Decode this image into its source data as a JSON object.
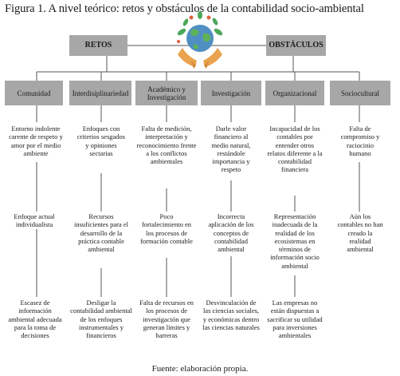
{
  "title": "Figura 1. A nivel teórico: retos y obstáculos de la contabilidad socio-ambiental",
  "footer": "Fuente: elaboración propia.",
  "main": {
    "retos": "RETOS",
    "obstaculos": "OBSTÁCULOS"
  },
  "categories": [
    {
      "label": "Comunidad",
      "items": [
        "Entorno indolente carente de respeto y amor por el medio ambiente",
        "Enfoque actual individualista",
        "Escasez de información ambiental adecuada para la toma de decisiones"
      ]
    },
    {
      "label": "Interdisiplinariedad",
      "items": [
        "Enfoques con criterios sesgados y opiniones sectarias",
        "Recursos insuficientes para el desarrollo de la práctica contable ambiental",
        "Desligar la contabilidad ambiental de los enfoques instrumentales y financieros"
      ]
    },
    {
      "label": "Académico y Investigación",
      "items": [
        "Falta de medición, interpretación y reconocimiento frente a los conflictos ambientales",
        "Poco fortalecimiento en los procesos de formación contable",
        "Falta de recursos en los procesos de investigación que generan límites y barreras"
      ]
    },
    {
      "label": "Investigación",
      "items": [
        "Darle valor financiero al medio natural, restándole importancia y respeto",
        "Incorrecta aplicación de los conceptos de contabilidad ambiental",
        "Desvinculación de las ciencias sociales, y económicas dentro las ciencias naturales"
      ]
    },
    {
      "label": "Organizacional",
      "items": [
        "Incapacidad de los contables por entender otros relatos diferente a la contabilidad financiera",
        "Representación inadecuada de la realidad de los ecosistemas en términos de información socio ambiental",
        "Las empresas no están dispuestas a sacrificar su utilidad para inversiones ambientales"
      ]
    },
    {
      "label": "Sociocultural",
      "items": [
        "Falta de compromiso y raciocinio humano",
        "Aún los contables no han creado la realidad ambiental"
      ]
    }
  ],
  "colors": {
    "box": "#a7a7a7",
    "line": "#555555",
    "leaf": "#4aa85a",
    "globe_sea": "#4f8fc4",
    "hands": "#e9a24e"
  }
}
